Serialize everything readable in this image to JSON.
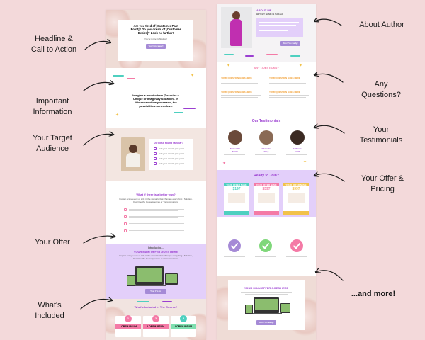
{
  "annotations": {
    "headline": "Headline &\nCall to Action",
    "important_info": "Important\nInformation",
    "target_audience": "Your Target\nAudience",
    "offer": "Your Offer",
    "included": "What's\nIncluded",
    "about_author": "About Author",
    "questions": "Any\nQuestions?",
    "testimonials": "Your\nTestimonials",
    "offer_pricing": "Your Offer &\nPricing",
    "more": "...and more!"
  },
  "left": {
    "hero_line1": "Are you tired of [Customer Pain",
    "hero_line2": "Point]? Do you dream of [Customer",
    "hero_line3": "Desire]? Look no further!",
    "hero_sub": "You're in the right place!",
    "hero_btn": "Yes! I'm ready!",
    "imagine_l1": "Imagine a world where [Describe a",
    "imagine_l2": "Unique or Imaginary Situation]. In",
    "imagine_l3": "this extraordinary scenario, the",
    "imagine_l4": "possibilities are endless.",
    "audience_title": "Do these sound familiar?",
    "audience_items": [
      "Add your client's pain point",
      "Add your client's pain point",
      "Add your client's pain point",
      "Add your client's pain point"
    ],
    "better_title": "What if there is a better way?",
    "better_sub": "Explain a key event or shift in the scenario that changes everything / Solution, Describe the Consequences or Transformations",
    "offer_intro": "Introducing...",
    "offer_title": "YOUR MAIN OFFER GOES HERE",
    "offer_sub": "Explain a key event or shift in the scenario that changes everything / Solution, Describe the Consequences or Transformations",
    "offer_btn": "Yes! I'm in!",
    "included_title": "What's Included in The Course?",
    "included_nums": [
      "1",
      "2",
      "3"
    ],
    "included_labels": [
      "LOREM IPSUM",
      "LOREM IPSUM",
      "LOREM IPSUM"
    ]
  },
  "right": {
    "about_title": "ABOUT ME",
    "about_sub": "HEY, MY NAME IS SARAH",
    "about_btn": "Yes! I'm ready!",
    "q_title": "ANY QUESTIONS?",
    "q_items": [
      "YOUR QUESTION GOES HERE",
      "YOUR QUESTION GOES HERE",
      "YOUR QUESTION GOES HERE",
      "YOUR QUESTION GOES HERE"
    ],
    "test_title": "Our Testimonials",
    "test_names": [
      "Samantha\nSmith",
      "Chandler\nBing",
      "Katherine\nSmith"
    ],
    "join_title": "Ready to Join?",
    "price_labels": [
      "YOUR OFFER NAME",
      "YOUR OFFER NAME",
      "YOUR OFFER NAME"
    ],
    "prices": [
      "$197",
      "$597",
      "$997"
    ],
    "main_offer_title": "YOUR MAIN OFFER GOES HERE",
    "main_offer_btn": "Yes! I'm ready!"
  },
  "colors": {
    "background": "#f3d9da",
    "purple": "#9b3fd1",
    "lavender": "#e3cffa",
    "teal": "#4ed0c0",
    "pink": "#f47aa6",
    "yellow": "#f2c24a",
    "green": "#7fd77a"
  }
}
